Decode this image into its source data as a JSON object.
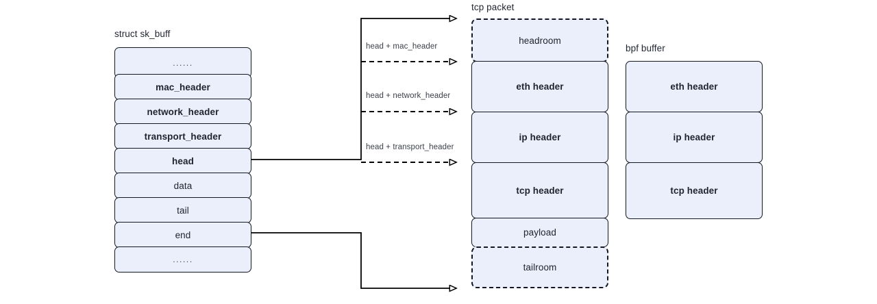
{
  "diagram": {
    "title_hidden": "",
    "colors": {
      "box_fill": "#eaeffb",
      "box_stroke": "#12161f",
      "background": "#ffffff",
      "label_text": "#20242e",
      "edge_label_text": "#3b4049"
    }
  },
  "skbuff": {
    "caption": "struct sk_buff",
    "fields": [
      {
        "label": "......",
        "bold": false,
        "ellipsis": true
      },
      {
        "label": "mac_header",
        "bold": true,
        "ellipsis": false
      },
      {
        "label": "network_header",
        "bold": true,
        "ellipsis": false
      },
      {
        "label": "transport_header",
        "bold": true,
        "ellipsis": false
      },
      {
        "label": "head",
        "bold": true,
        "ellipsis": false
      },
      {
        "label": "data",
        "bold": false,
        "ellipsis": false
      },
      {
        "label": "tail",
        "bold": false,
        "ellipsis": false
      },
      {
        "label": "end",
        "bold": false,
        "ellipsis": false
      },
      {
        "label": "......",
        "bold": false,
        "ellipsis": true
      }
    ]
  },
  "tcp_packet": {
    "caption": "tcp packet",
    "segments": [
      {
        "label": "headroom",
        "bold": false,
        "dashed": true
      },
      {
        "label": "eth header",
        "bold": true,
        "dashed": false
      },
      {
        "label": "ip header",
        "bold": true,
        "dashed": false
      },
      {
        "label": "tcp header",
        "bold": true,
        "dashed": false
      },
      {
        "label": "payload",
        "bold": false,
        "dashed": false
      },
      {
        "label": "tailroom",
        "bold": false,
        "dashed": true
      }
    ]
  },
  "bpf_buffer": {
    "caption": "bpf buffer",
    "segments": [
      {
        "label": "eth header",
        "bold": true
      },
      {
        "label": "ip header",
        "bold": true
      },
      {
        "label": "tcp header",
        "bold": true
      }
    ]
  },
  "edges": [
    {
      "label": "head + mac_header",
      "style": "dashed",
      "from": "head",
      "to": "eth header top"
    },
    {
      "label": "head + network_header",
      "style": "dashed",
      "from": "head",
      "to": "ip header top"
    },
    {
      "label": "head + transport_header",
      "style": "dashed",
      "from": "head",
      "to": "tcp header top"
    }
  ],
  "edges_unlabeled": [
    {
      "style": "solid",
      "from": "head",
      "to": "headroom top"
    },
    {
      "style": "solid",
      "from": "end",
      "to": "tailroom bottom"
    }
  ]
}
